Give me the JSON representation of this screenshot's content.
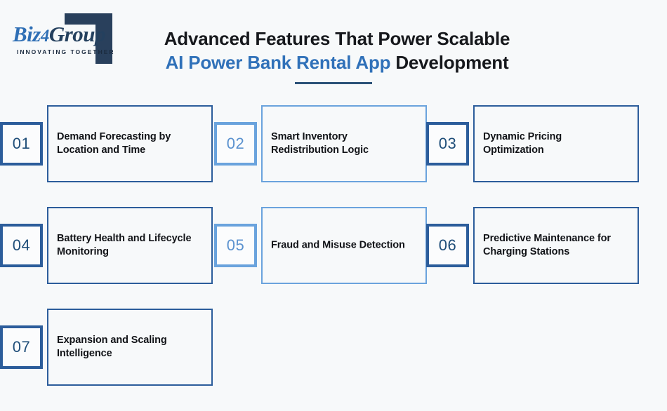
{
  "brand": {
    "logo_biz": "Biz",
    "logo_four": "4",
    "logo_group": "Group",
    "tagline": "INNOVATING TOGETHER",
    "dark_navy": "#29405c",
    "accent_blue": "#2f6fb5"
  },
  "header": {
    "title_line1": "Advanced Features That Power Scalable",
    "title_accent": "AI Power Bank Rental App",
    "title_tail": " Development",
    "rule_color": "#2c5278"
  },
  "colors": {
    "background": "#f7f9fa",
    "card_dark": "#2c5d9b",
    "card_light": "#6aa3dd",
    "number_dark": "#1f4e79",
    "number_light": "#5b92cf",
    "text": "#111317"
  },
  "cards": [
    {
      "number": "01",
      "label": "Demand Forecasting by Location and Time",
      "tone": "dark"
    },
    {
      "number": "02",
      "label": "Smart Inventory Redistribution Logic",
      "tone": "light"
    },
    {
      "number": "03",
      "label": "Dynamic Pricing Optimization",
      "tone": "dark"
    },
    {
      "number": "04",
      "label": "Battery Health and Lifecycle Monitoring",
      "tone": "dark"
    },
    {
      "number": "05",
      "label": "Fraud and Misuse Detection",
      "tone": "light"
    },
    {
      "number": "06",
      "label": "Predictive Maintenance for Charging Stations",
      "tone": "dark"
    },
    {
      "number": "07",
      "label": "Expansion and Scaling Intelligence",
      "tone": "dark"
    }
  ]
}
